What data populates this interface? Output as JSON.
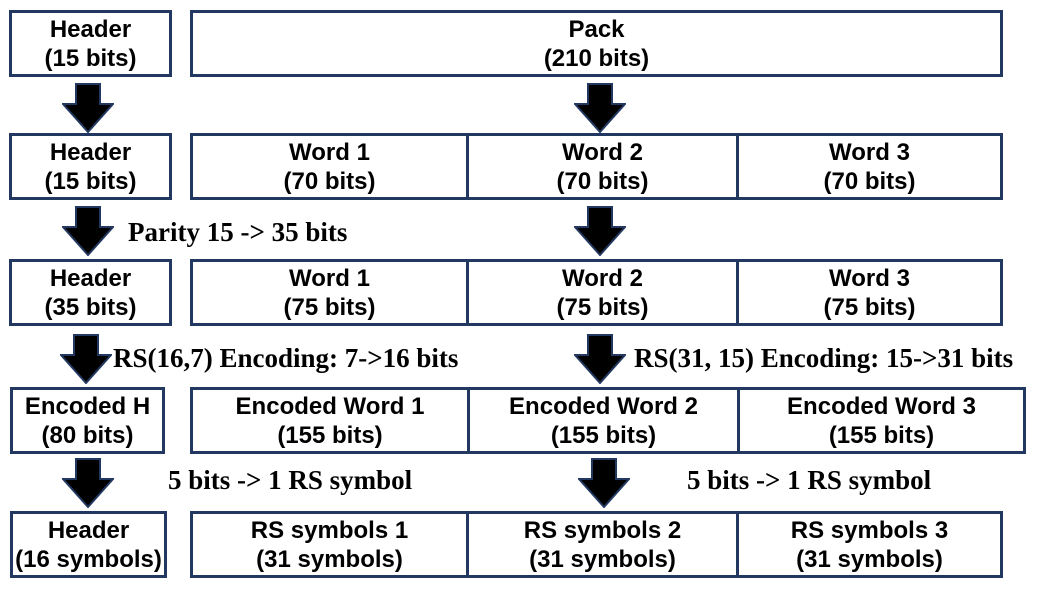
{
  "colors": {
    "border": "#233860",
    "arrow_fill": "#000000",
    "arrow_stroke": "#233860",
    "text": "#000000",
    "background": "#ffffff"
  },
  "rows": [
    {
      "boxes": [
        {
          "title": "Header",
          "subtitle": "(15 bits)"
        },
        {
          "title": "Pack",
          "subtitle": "(210 bits)"
        }
      ]
    },
    {
      "boxes": [
        {
          "title": "Header",
          "subtitle": "(15 bits)"
        },
        {
          "title": "Word 1",
          "subtitle": "(70 bits)"
        },
        {
          "title": "Word 2",
          "subtitle": "(70 bits)"
        },
        {
          "title": "Word 3",
          "subtitle": "(70 bits)"
        }
      ]
    },
    {
      "boxes": [
        {
          "title": "Header",
          "subtitle": "(35 bits)"
        },
        {
          "title": "Word 1",
          "subtitle": "(75 bits)"
        },
        {
          "title": "Word 2",
          "subtitle": "(75 bits)"
        },
        {
          "title": "Word 3",
          "subtitle": "(75 bits)"
        }
      ]
    },
    {
      "boxes": [
        {
          "title": "Encoded H",
          "subtitle": "(80 bits)"
        },
        {
          "title": "Encoded Word 1",
          "subtitle": "(155 bits)"
        },
        {
          "title": "Encoded Word 2",
          "subtitle": "(155 bits)"
        },
        {
          "title": "Encoded Word 3",
          "subtitle": "(155 bits)"
        }
      ]
    },
    {
      "boxes": [
        {
          "title": "Header",
          "subtitle": "(16 symbols)"
        },
        {
          "title": "RS symbols 1",
          "subtitle": "(31 symbols)"
        },
        {
          "title": "RS symbols 2",
          "subtitle": "(31 symbols)"
        },
        {
          "title": "RS symbols 3",
          "subtitle": "(31 symbols)"
        }
      ]
    }
  ],
  "labels": {
    "parity": "Parity 15 -> 35 bits",
    "rs_header_encoding": "RS(16,7) Encoding: 7->16 bits",
    "rs_word_encoding": "RS(31, 15) Encoding: 15->31 bits",
    "bits_to_symbol_left": "5 bits -> 1 RS symbol",
    "bits_to_symbol_right": "5 bits -> 1 RS symbol"
  }
}
